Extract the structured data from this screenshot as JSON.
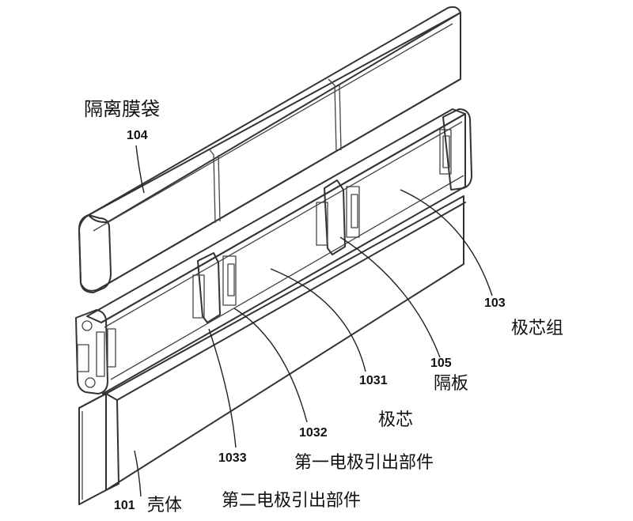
{
  "labels": {
    "bag_name": "隔离膜袋",
    "bag_num": "104",
    "core_group_num": "103",
    "core_group_name": "极芯组",
    "partition_num": "105",
    "partition_name": "隔板",
    "core_num": "1031",
    "core_name": "极芯",
    "lead1_num": "1032",
    "lead1_name": "第一电极引出部件",
    "lead2_num": "1033",
    "lead2_name": "第二电极引出部件",
    "shell_num": "101",
    "shell_name": "壳体"
  }
}
